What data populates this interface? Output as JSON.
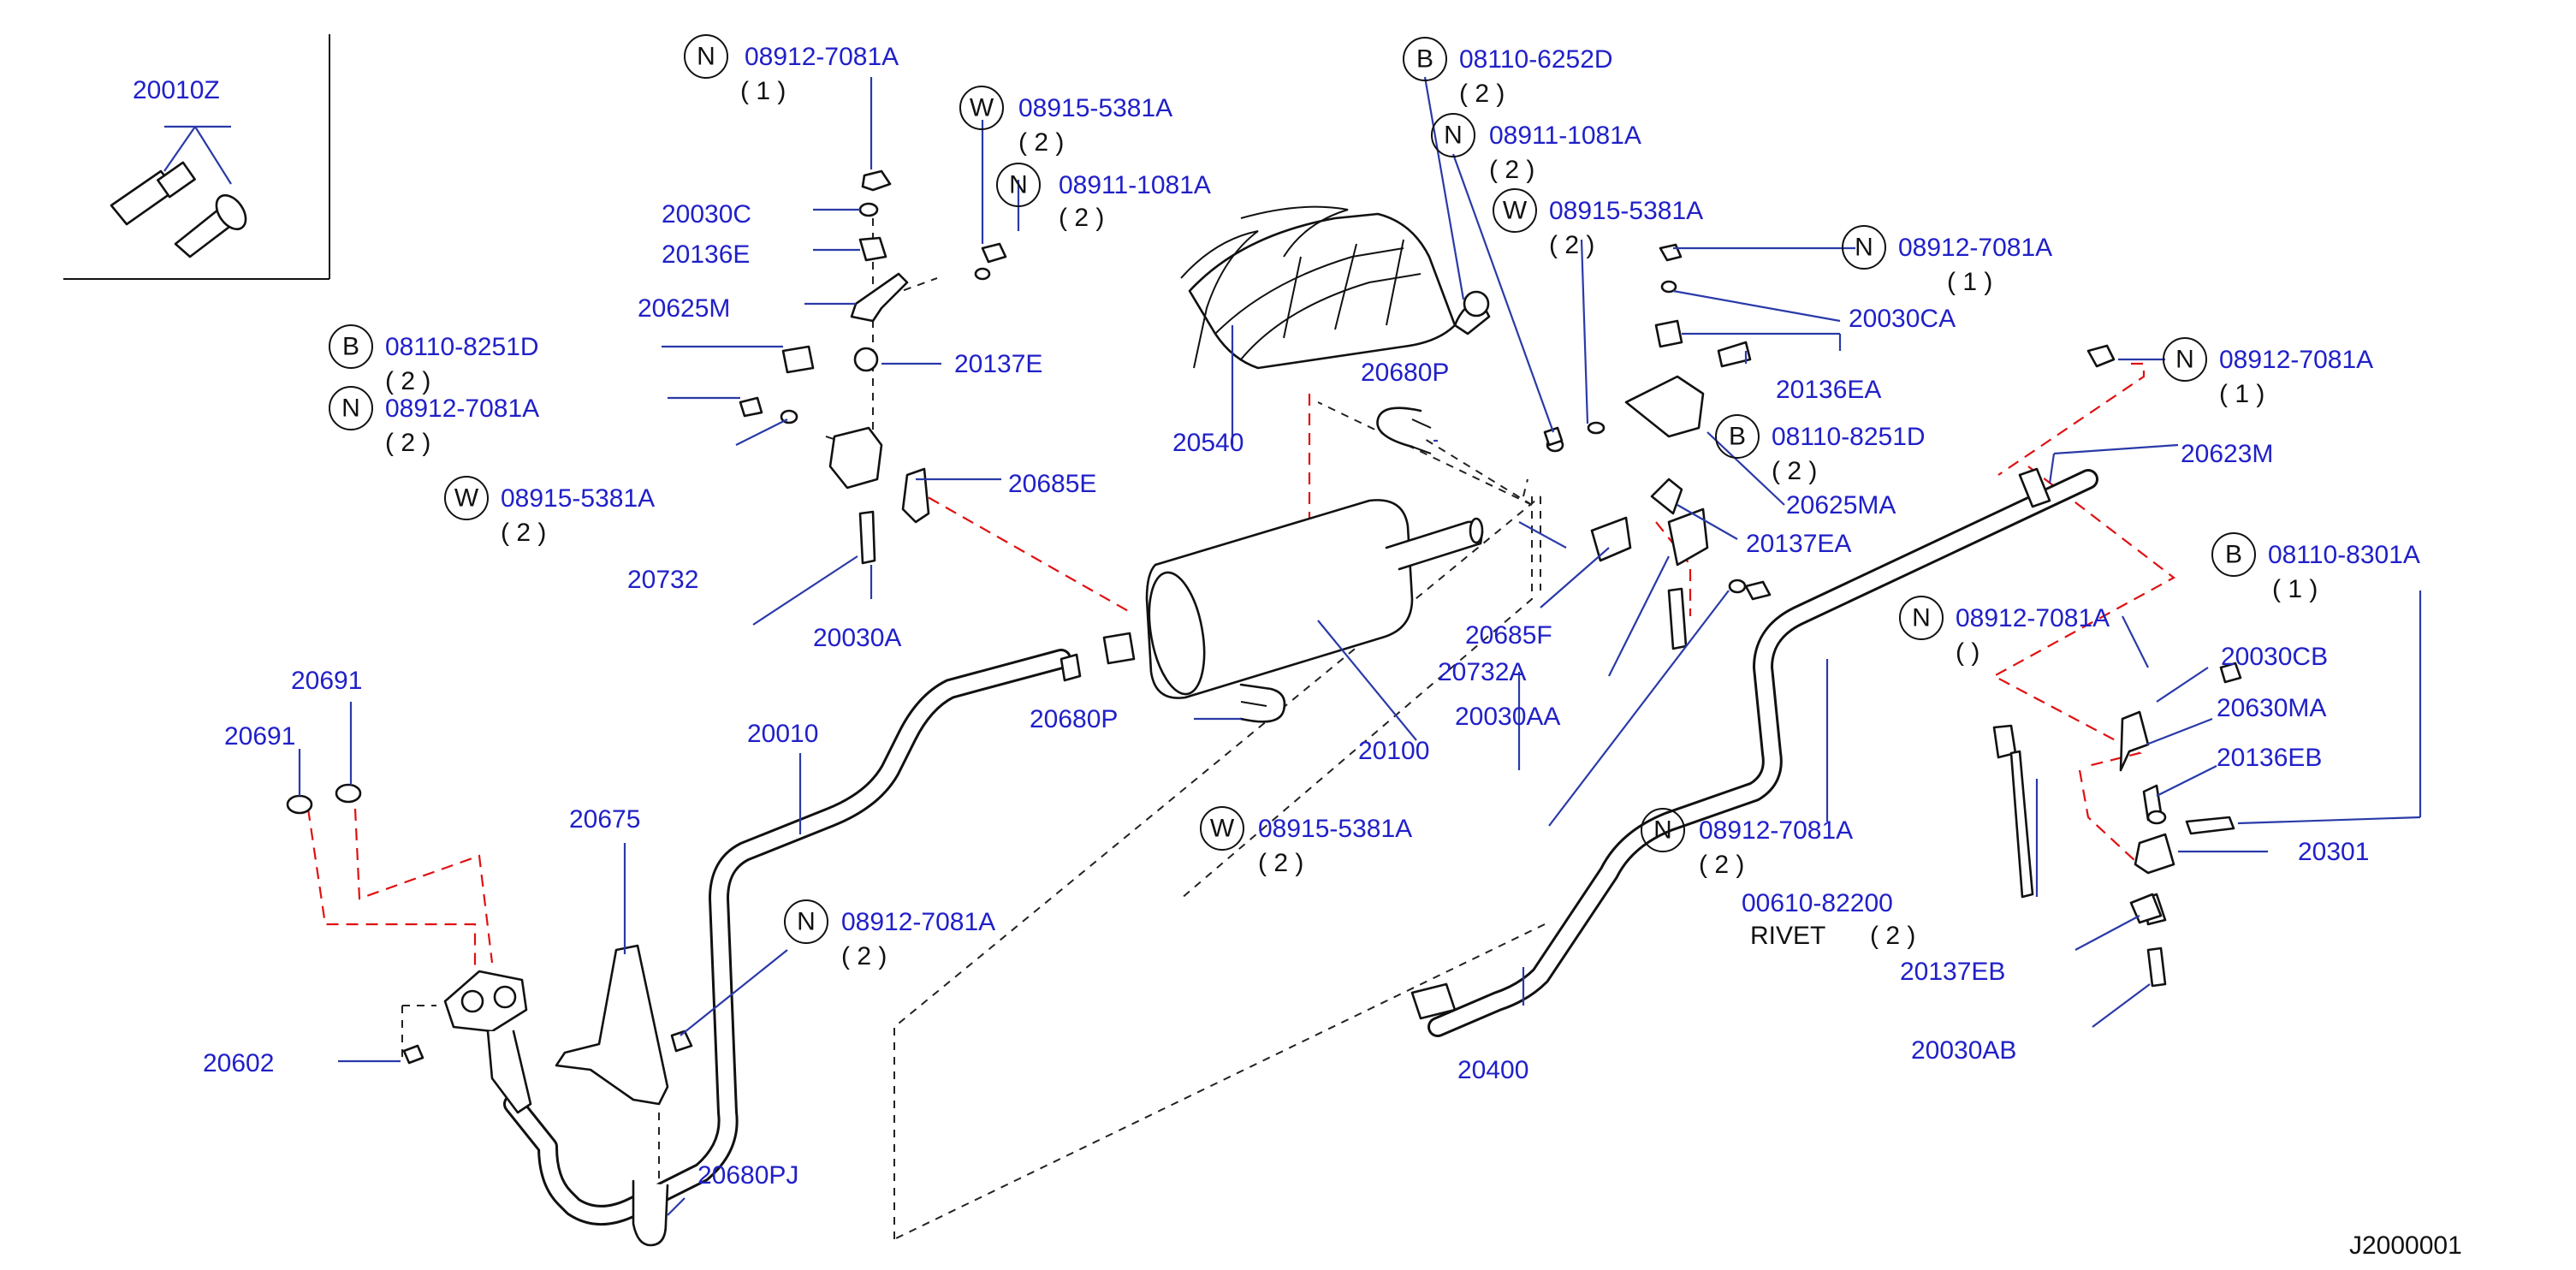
{
  "diagram_id": "J2000001",
  "callouts": [
    {
      "id": "c01",
      "sym": "",
      "part": "20010Z",
      "qty": ""
    },
    {
      "id": "c02",
      "sym": "N",
      "part": "08912-7081A",
      "qty": "( 1 )"
    },
    {
      "id": "c03",
      "sym": "W",
      "part": "08915-5381A",
      "qty": "( 2 )"
    },
    {
      "id": "c04",
      "sym": "N",
      "part": "08911-1081A",
      "qty": "( 2 )"
    },
    {
      "id": "c05",
      "sym": "",
      "part": "20030C",
      "qty": ""
    },
    {
      "id": "c06",
      "sym": "",
      "part": "20136E",
      "qty": ""
    },
    {
      "id": "c07",
      "sym": "",
      "part": "20625M",
      "qty": ""
    },
    {
      "id": "c08",
      "sym": "B",
      "part": "08110-8251D",
      "qty": "( 2 )"
    },
    {
      "id": "c09",
      "sym": "",
      "part": "20137E",
      "qty": ""
    },
    {
      "id": "c10",
      "sym": "N",
      "part": "08912-7081A",
      "qty": "( 2 )"
    },
    {
      "id": "c11",
      "sym": "W",
      "part": "08915-5381A",
      "qty": "( 2 )"
    },
    {
      "id": "c12",
      "sym": "",
      "part": "20685E",
      "qty": ""
    },
    {
      "id": "c13",
      "sym": "",
      "part": "20732",
      "qty": ""
    },
    {
      "id": "c14",
      "sym": "",
      "part": "20030A",
      "qty": ""
    },
    {
      "id": "c15",
      "sym": "",
      "part": "20691",
      "qty": ""
    },
    {
      "id": "c16",
      "sym": "",
      "part": "20691",
      "qty": ""
    },
    {
      "id": "c17",
      "sym": "",
      "part": "20010",
      "qty": ""
    },
    {
      "id": "c18",
      "sym": "",
      "part": "20675",
      "qty": ""
    },
    {
      "id": "c19",
      "sym": "N",
      "part": "08912-7081A",
      "qty": "( 2 )"
    },
    {
      "id": "c20",
      "sym": "",
      "part": "20602",
      "qty": ""
    },
    {
      "id": "c21",
      "sym": "",
      "part": "20680PJ",
      "qty": ""
    },
    {
      "id": "c22",
      "sym": "",
      "part": "20540",
      "qty": ""
    },
    {
      "id": "c23",
      "sym": "B",
      "part": "08110-6252D",
      "qty": "( 2 )"
    },
    {
      "id": "c24",
      "sym": "N",
      "part": "08911-1081A",
      "qty": "( 2 )"
    },
    {
      "id": "c25",
      "sym": "W",
      "part": "08915-5381A",
      "qty": "( 2 )"
    },
    {
      "id": "c26",
      "sym": "",
      "part": "20680P",
      "qty": ""
    },
    {
      "id": "c27",
      "sym": "",
      "part": "20680P",
      "qty": ""
    },
    {
      "id": "c28",
      "sym": "",
      "part": "20100",
      "qty": ""
    },
    {
      "id": "c29",
      "sym": "W",
      "part": "08915-5381A",
      "qty": "( 2 )"
    },
    {
      "id": "c30",
      "sym": "N",
      "part": "08912-7081A",
      "qty": "( 1 )"
    },
    {
      "id": "c31",
      "sym": "",
      "part": "20030CA",
      "qty": ""
    },
    {
      "id": "c32",
      "sym": "",
      "part": "20136EA",
      "qty": ""
    },
    {
      "id": "c33",
      "sym": "B",
      "part": "08110-8251D",
      "qty": "( 2 )"
    },
    {
      "id": "c34",
      "sym": "",
      "part": "20625MA",
      "qty": ""
    },
    {
      "id": "c35",
      "sym": "",
      "part": "20137EA",
      "qty": ""
    },
    {
      "id": "c36",
      "sym": "",
      "part": "20685F",
      "qty": ""
    },
    {
      "id": "c37",
      "sym": "",
      "part": "20732A",
      "qty": ""
    },
    {
      "id": "c38",
      "sym": "",
      "part": "20030AA",
      "qty": ""
    },
    {
      "id": "c39",
      "sym": "N",
      "part": "08912-7081A",
      "qty": "( 2 )"
    },
    {
      "id": "c40",
      "sym": "",
      "part": "00610-82200",
      "qty": ""
    },
    {
      "id": "c41",
      "sym": "",
      "part": "RIVET",
      "qty": "( 2 )"
    },
    {
      "id": "c42",
      "sym": "",
      "part": "20400",
      "qty": ""
    },
    {
      "id": "c43",
      "sym": "N",
      "part": "08912-7081A",
      "qty": "( 1 )"
    },
    {
      "id": "c44",
      "sym": "",
      "part": "20623M",
      "qty": ""
    },
    {
      "id": "c45",
      "sym": "B",
      "part": "08110-8301A",
      "qty": "( 1 )"
    },
    {
      "id": "c46",
      "sym": "N",
      "part": "08912-7081A",
      "qty": "( )"
    },
    {
      "id": "c47",
      "sym": "",
      "part": "20030CB",
      "qty": ""
    },
    {
      "id": "c48",
      "sym": "",
      "part": "20630MA",
      "qty": ""
    },
    {
      "id": "c49",
      "sym": "",
      "part": "20136EB",
      "qty": ""
    },
    {
      "id": "c50",
      "sym": "",
      "part": "20301",
      "qty": ""
    },
    {
      "id": "c51",
      "sym": "",
      "part": "20137EB",
      "qty": ""
    },
    {
      "id": "c52",
      "sym": "",
      "part": "20030AB",
      "qty": ""
    }
  ]
}
